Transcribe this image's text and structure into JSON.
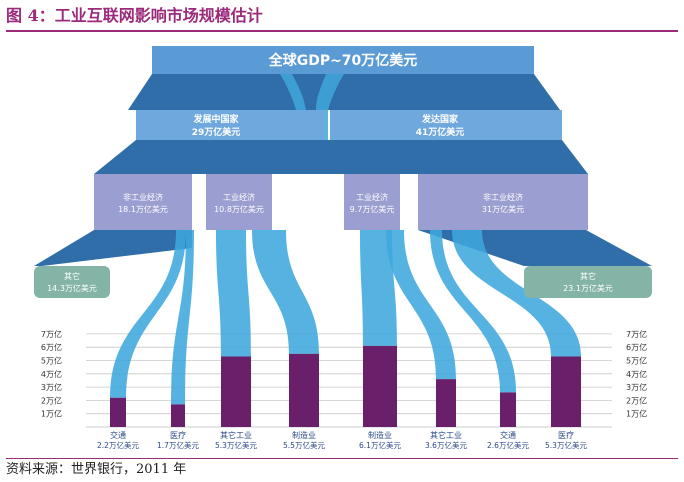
{
  "title": "图 4：工业互联网影响市场规模估计",
  "source": "资料来源：世界银行，2011 年",
  "colors": {
    "accent": "#9b2a7b",
    "top_box": "#5b9bd5",
    "country_box": "#6fa8dc",
    "economy_box": "#9b9ed0",
    "other_box": "#83b4a5",
    "flow": "#3fa7dc",
    "industry_bar": "#6a1f6b",
    "dark_band": "#2f6ea8"
  },
  "nodes": {
    "global": "全球GDP~70万亿美元",
    "developing": {
      "name": "发展中国家",
      "value": "29万亿美元"
    },
    "developed": {
      "name": "发达国家",
      "value": "41万亿美元"
    },
    "dev_non_industrial": {
      "name": "非工业经济",
      "value": "18.1万亿美元"
    },
    "dev_industrial": {
      "name": "工业经济",
      "value": "10.8万亿美元"
    },
    "adv_industrial": {
      "name": "工业经济",
      "value": "9.7万亿美元"
    },
    "adv_non_industrial": {
      "name": "非工业经济",
      "value": "31万亿美元"
    },
    "dev_other": {
      "name": "其它",
      "value": "14.3万亿美元"
    },
    "adv_other": {
      "name": "其它",
      "value": "23.1万亿美元"
    }
  },
  "axis_labels": [
    "7万亿",
    "6万亿",
    "5万亿",
    "4万亿",
    "3万亿",
    "2万亿",
    "1万亿"
  ],
  "chart_data": {
    "type": "bar",
    "ylim": [
      0,
      7
    ],
    "categories": [
      "交通",
      "医疗",
      "其它工业",
      "制造业",
      "制造业",
      "其它工业",
      "交通",
      "医疗"
    ],
    "values": [
      2.2,
      1.7,
      5.3,
      5.5,
      6.1,
      3.6,
      2.6,
      5.3
    ],
    "value_labels": [
      "2.2万亿美元",
      "1.7万亿美元",
      "5.3万亿美元",
      "5.5万亿美元",
      "6.1万亿美元",
      "3.6万亿美元",
      "2.6万亿美元",
      "5.3万亿美元"
    ]
  }
}
